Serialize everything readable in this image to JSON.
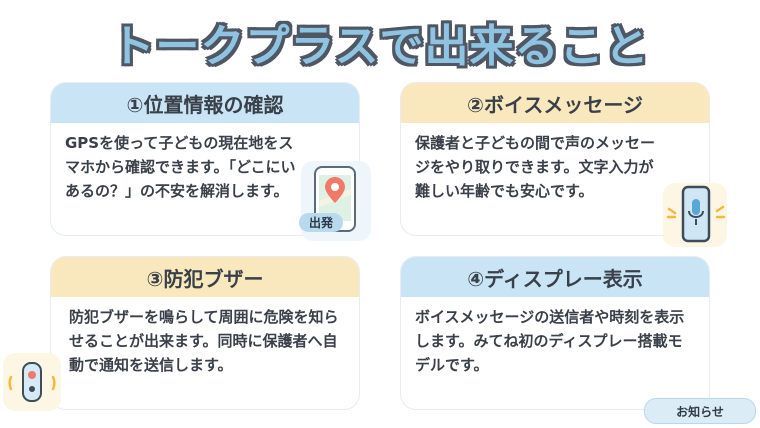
{
  "title": "トークプラスで出来ること",
  "cards": [
    {
      "heading": "①位置情報の確認",
      "body": "GPSを使って子どもの現在地をスマホから確認できます。「どこにいあるの？」の不安を解消します。",
      "icon": "phone-map-icon",
      "tag": "出発"
    },
    {
      "heading": "②ボイスメッセージ",
      "body": "保護者と子どもの間で声のメッセージをやり取りできます。文字入力が難しい年齢でも安心です。",
      "icon": "phone-microphone-icon"
    },
    {
      "heading": "③防犯ブザー",
      "body": "防犯ブザーを鳴らして周囲に危険を知らせることが出来ます。同時に保護者へ自動で通知を送信します。",
      "icon": "alarm-buzzer-icon"
    },
    {
      "heading": "④ディスプレー表示",
      "body": "ボイスメッセージの送信者や時刻を表示します。みてね初のディスプレー搭載モデルです。"
    }
  ],
  "notice_button": "お知らせ",
  "colors": {
    "title_fill": "#8ec3e2",
    "blue_header": "#c9e4f5",
    "yellow_header": "#f9e7bd"
  }
}
